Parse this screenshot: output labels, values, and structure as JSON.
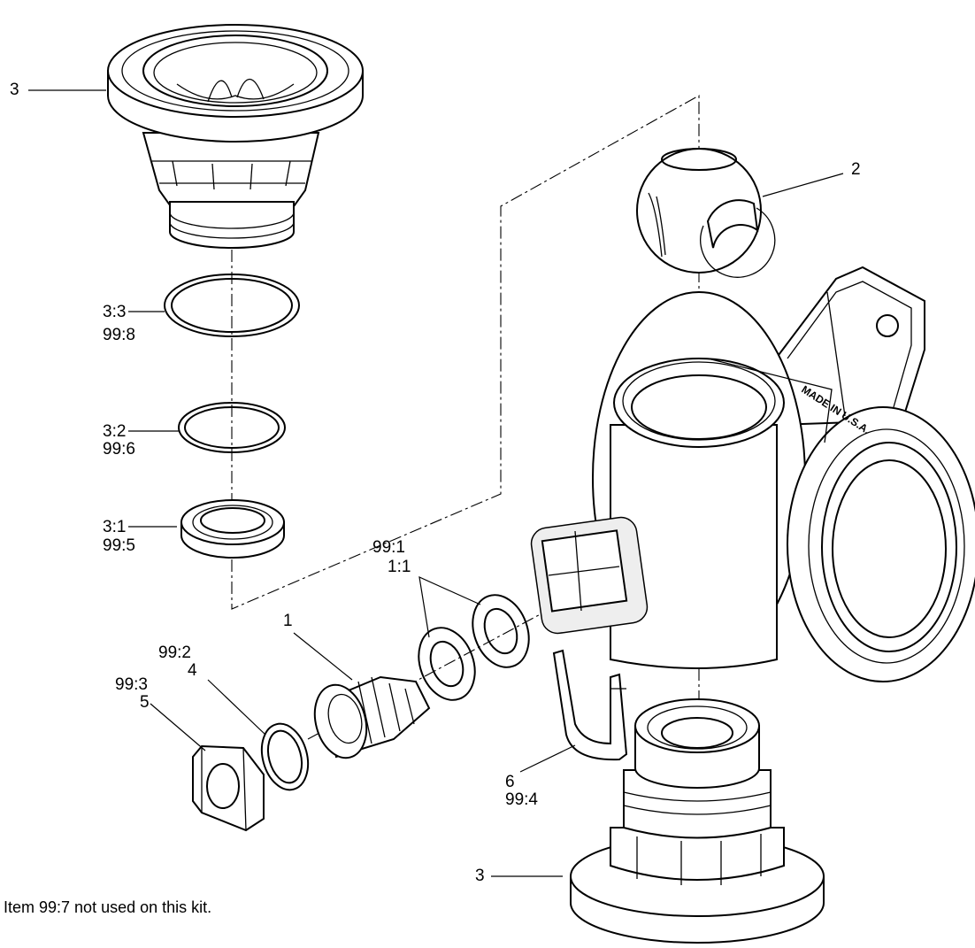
{
  "callouts": {
    "top_housing": "3",
    "ball": "2",
    "oring_large_a": "3:3",
    "oring_large_b": "99:8",
    "oring_mid_a": "3:2",
    "oring_mid_b": "99:6",
    "seat_a": "3:1",
    "seat_b": "99:5",
    "washers_a": "99:1",
    "washers_b": "1:1",
    "fitting": "1",
    "small_oring_a": "99:2",
    "small_oring_b": "4",
    "clip_a": "99:3",
    "clip_b": "5",
    "retainer_a": "6",
    "retainer_b": "99:4",
    "bottom_housing": "3"
  },
  "body_marking": "MADE IN U.S.A.",
  "footnote": "Item 99:7 not used on this kit."
}
